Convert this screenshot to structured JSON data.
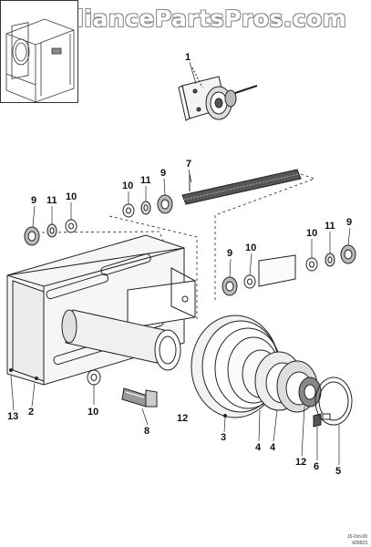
{
  "watermark": "AppliancePartsPros.com",
  "callouts": {
    "c1": "1",
    "c7": "7",
    "c9_top": "9",
    "c11_top": "11",
    "c10_top": "10",
    "c9_left": "9",
    "c11_left": "11",
    "c10_left": "10",
    "c10_right": "10",
    "c11_right": "11",
    "c9_right": "9",
    "c9_mid": "9",
    "c10_mid": "10",
    "c13": "13",
    "c2": "2",
    "c10_bottom": "10",
    "c8": "8",
    "c12_left": "12",
    "c3": "3",
    "c4_a": "4",
    "c4_b": "4",
    "c12_right": "12",
    "c6": "6",
    "c5": "5"
  },
  "footer": {
    "date": "15-Oct-00",
    "ref": "609523"
  }
}
